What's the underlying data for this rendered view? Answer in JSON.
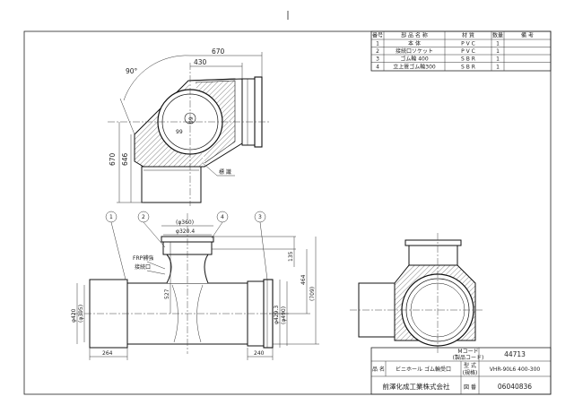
{
  "parts_table": {
    "headers": [
      "番号",
      "部 品 名 称",
      "材 質",
      "数量",
      "備 考"
    ],
    "rows": [
      [
        "1",
        "本 体",
        "P V C",
        "1",
        ""
      ],
      [
        "2",
        "接続口ソケット",
        "P V C",
        "1",
        ""
      ],
      [
        "3",
        "ゴム輪 400",
        "S B R",
        "1",
        ""
      ],
      [
        "4",
        "立上管ゴム輪300",
        "S B R",
        "1",
        ""
      ]
    ]
  },
  "dimensions": {
    "top_670": "670",
    "top_430": "430",
    "angle_90": "90°",
    "left_670": "670",
    "left_646": "646",
    "r_99a": "99",
    "r_99b": "99",
    "d_360": "(φ360)",
    "d_320": "φ320.4",
    "d_420": "φ420",
    "d_395": "(φ395)",
    "h_527": "527",
    "d_429": "φ429.3",
    "d_490": "(φ490)",
    "h_135": "135",
    "h_464": "464",
    "h_709": "(709)",
    "w_264": "264",
    "w_240": "240"
  },
  "labels": {
    "hyoji": "標 識",
    "frp": "FRP補強",
    "setsuzoku": "接続口",
    "balloons": [
      "1",
      "2",
      "4",
      "3"
    ]
  },
  "title_block": {
    "mcode_label": "Mコード",
    "mcode_sub": "(製品コード)",
    "mcode_value": "44713",
    "hinmei_label": "品 名",
    "hinmei_value": "ビニホール ゴム輪受口",
    "katashiki_label": "型 式",
    "katashiki_sub": "(規格)",
    "katashiki_value": "VHR-90L6 400-300",
    "company": "前澤化成工業株式会社",
    "zuban_label": "図 番",
    "zuban_value": "06040836"
  }
}
